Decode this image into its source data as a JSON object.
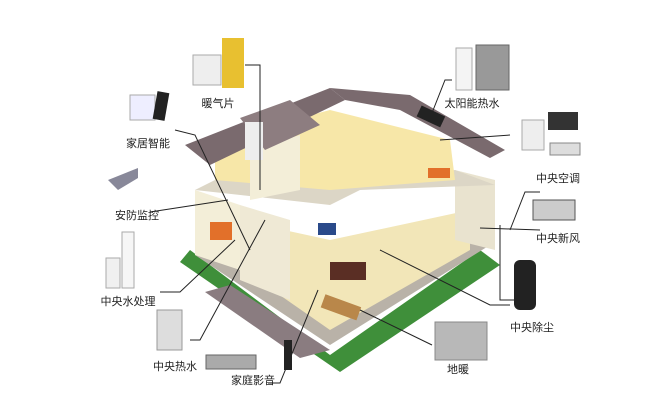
{
  "labels": {
    "radiator": "暖气片",
    "solar_water": "太阳能热水",
    "smart_home": "家居智能",
    "central_ac": "中央空调",
    "security": "安防监控",
    "fresh_air": "中央新风",
    "water_treatment": "中央水处理",
    "dust_removal": "中央除尘",
    "hot_water": "中央热水",
    "home_theater": "家庭影音",
    "floor_heating": "地暖"
  },
  "colors": {
    "roof": "#7a6a6e",
    "wall": "#f3eed8",
    "lawn": "#3f8f3a",
    "path": "#8a7c80",
    "interior": "#f7e7a8",
    "accent": "#e2702a"
  }
}
